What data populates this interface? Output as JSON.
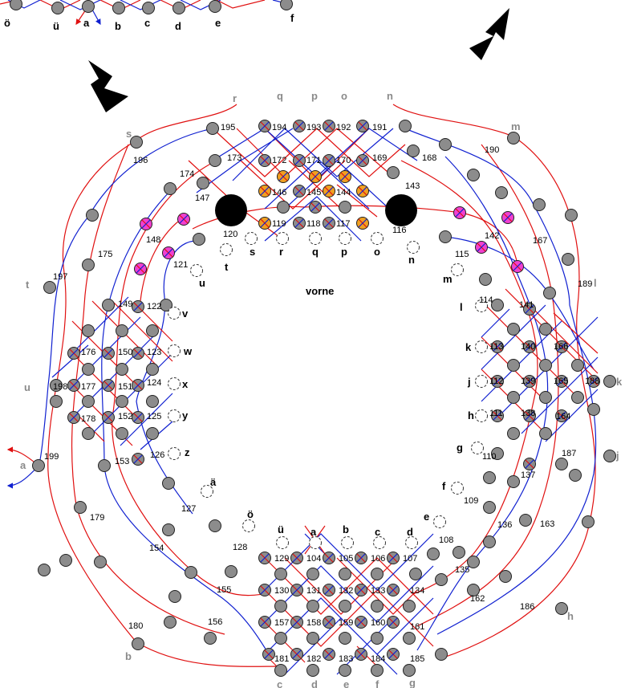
{
  "center_label": "vorne",
  "colors": {
    "red_thread": "#e01010",
    "blue_thread": "#1020d0",
    "pin_grey": "#8c8c8c",
    "pin_orange": "#f0a020",
    "pin_magenta": "#f040d0",
    "outer_label_grey": "#8a8a8a",
    "hole_black": "#000000"
  },
  "top_fragment_labels": [
    "ö",
    "ü",
    "a",
    "b",
    "c",
    "d",
    "e",
    "f"
  ],
  "upper_thread_labels": [
    "r",
    "q",
    "p",
    "o",
    "n",
    "m",
    "s"
  ],
  "inner_top_labels": [
    "s",
    "r",
    "q",
    "p",
    "o",
    "t",
    "n",
    "u",
    "m"
  ],
  "left_labels": [
    "v",
    "w",
    "x",
    "y",
    "z",
    "ä",
    "ö"
  ],
  "right_labels": [
    "l",
    "k",
    "j",
    "h",
    "g",
    "f",
    "e"
  ],
  "bottom_top_labels": [
    "ü",
    "a",
    "b",
    "c",
    "d"
  ],
  "bottom_labels": [
    "c",
    "d",
    "e",
    "f",
    "g"
  ],
  "outer_left_labels": [
    "t",
    "u",
    "a",
    "b"
  ],
  "outer_right_labels": [
    "l",
    "k",
    "j",
    "h"
  ],
  "numbers": {
    "top": [
      "195",
      "194",
      "193",
      "192",
      "191",
      "190",
      "196",
      "173",
      "172",
      "171",
      "170",
      "169",
      "168",
      "174",
      "147",
      "146",
      "145",
      "144",
      "143",
      "119",
      "118",
      "117",
      "120",
      "116",
      "148",
      "142",
      "121",
      "115",
      "175",
      "197",
      "167",
      "189"
    ],
    "left": [
      "149",
      "122",
      "176",
      "150",
      "123",
      "198",
      "177",
      "151",
      "124",
      "178",
      "152",
      "125",
      "199",
      "153",
      "126",
      "127",
      "128",
      "179",
      "154"
    ],
    "right": [
      "114",
      "141",
      "113",
      "140",
      "166",
      "112",
      "139",
      "165",
      "188",
      "111",
      "138",
      "164",
      "110",
      "187",
      "137",
      "109",
      "136",
      "163",
      "108"
    ],
    "bottom": [
      "129",
      "104",
      "105",
      "106",
      "107",
      "130",
      "131",
      "132",
      "133",
      "134",
      "135",
      "155",
      "162",
      "186",
      "157",
      "158",
      "159",
      "160",
      "161",
      "156",
      "180",
      "181",
      "182",
      "183",
      "184",
      "185"
    ]
  }
}
